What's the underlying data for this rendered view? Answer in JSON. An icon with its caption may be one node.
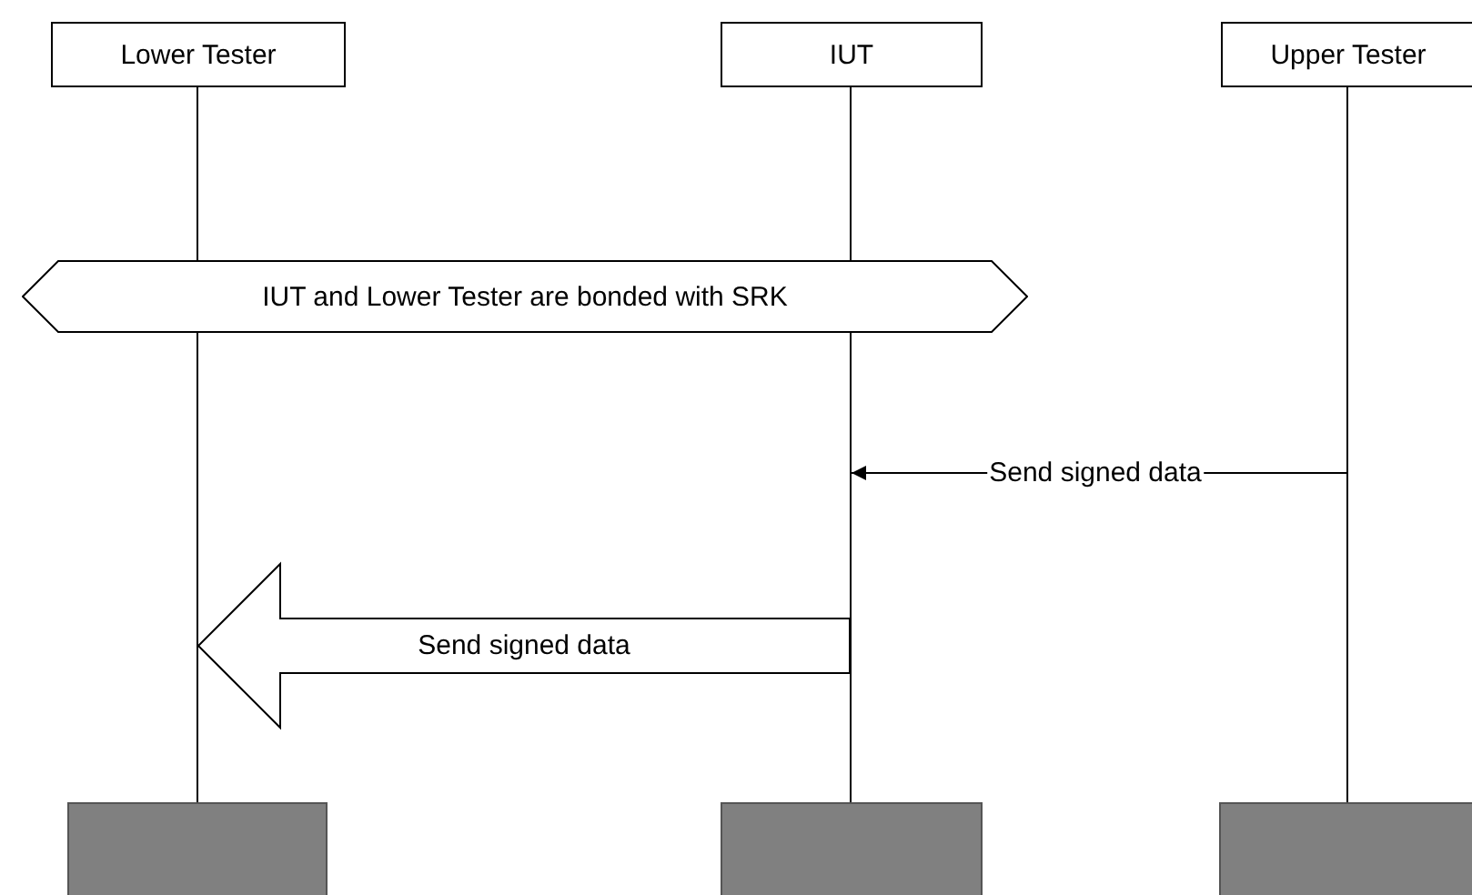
{
  "diagram": {
    "nodes": [
      {
        "text": [
          "Lower Tester"
        ]
      },
      {
        "text": [
          "IUT"
        ]
      },
      {
        "text": [
          "Upper Tester"
        ]
      },
      {
        "text": [
          "IUT and Lower Tester are bonded with SRK"
        ]
      },
      {
        "text": [],
        "shape": "line"
      },
      {
        "text": [],
        "shape": "line"
      },
      {
        "text": [],
        "shape": "line"
      },
      {
        "text": [],
        "shape": "bar"
      },
      {
        "text": [],
        "shape": "bar"
      },
      {
        "text": [],
        "shape": "bar"
      }
    ],
    "edges": [
      {
        "from": 6,
        "to": 5,
        "arrow": "to",
        "label": "Send signed data"
      },
      {
        "from": 5,
        "to": 4,
        "arrow": "to",
        "label": "Send signed data",
        "style": "thick"
      }
    ]
  }
}
